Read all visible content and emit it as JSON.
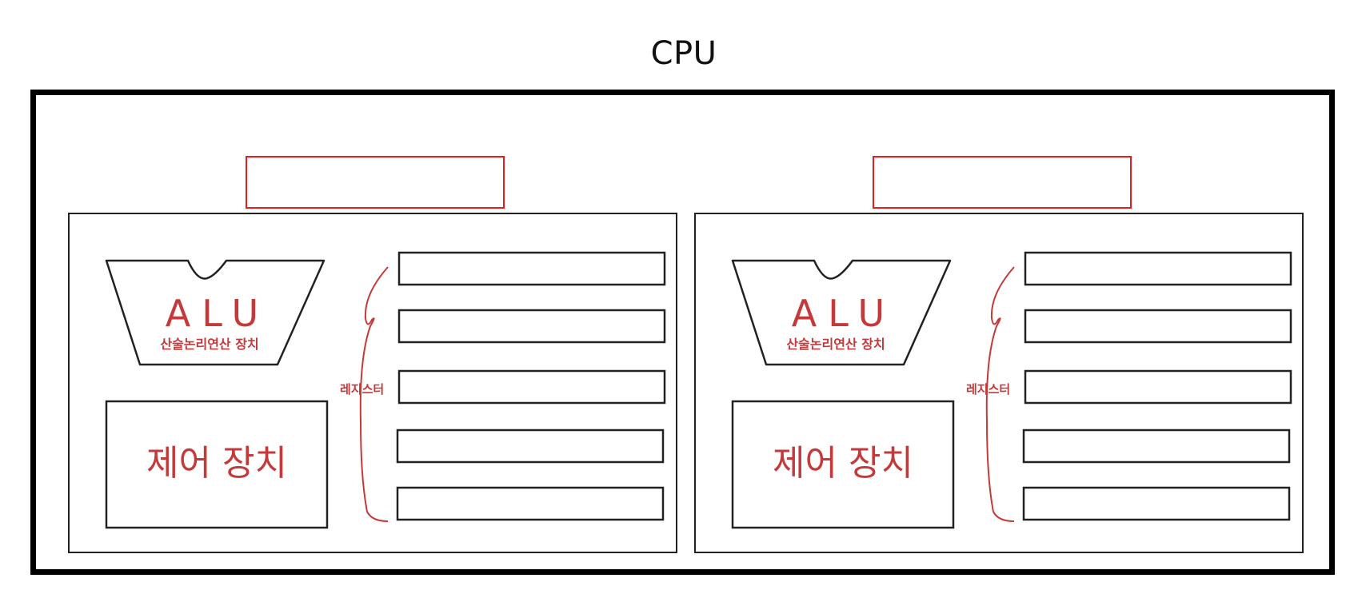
{
  "diagram": {
    "title": "CPU",
    "cores": [
      {
        "label": "",
        "alu_label": "ALU",
        "alu_caption": "산술논리연산 장치",
        "control_label": "제어 장치",
        "register_label": "레지스터",
        "register_count": 5
      },
      {
        "label": "",
        "alu_label": "ALU",
        "alu_caption": "산술논리연산 장치",
        "control_label": "제어 장치",
        "register_label": "레지스터",
        "register_count": 5
      }
    ],
    "colors": {
      "outline": "#000000",
      "annotation": "#c43a3a",
      "highlight_box": "#e81c1c"
    }
  }
}
